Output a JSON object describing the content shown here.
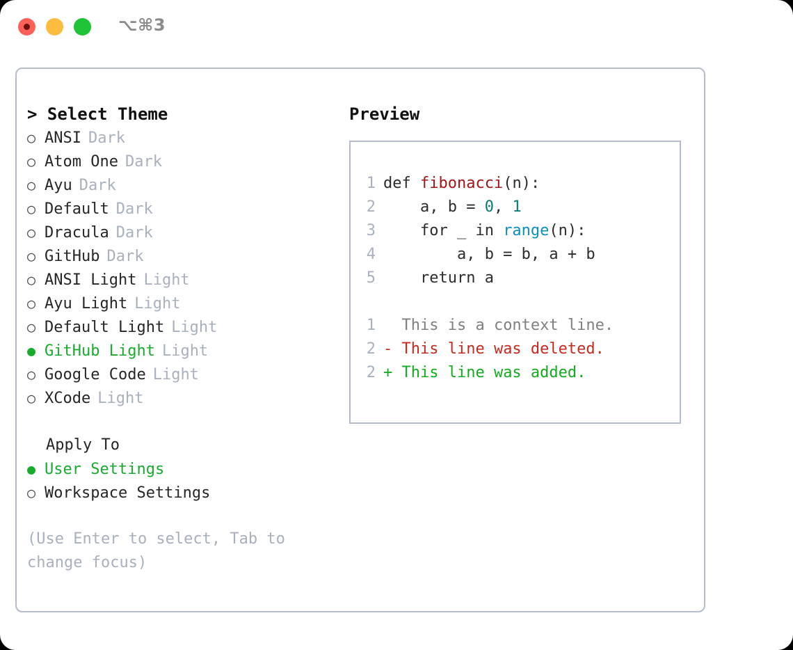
{
  "window": {
    "title": "⌥⌘3",
    "traffic_lights": [
      {
        "name": "close",
        "color": "#fc6058"
      },
      {
        "name": "minimize",
        "color": "#fdbc40"
      },
      {
        "name": "maximize",
        "color": "#1ec337"
      }
    ]
  },
  "theme_panel": {
    "header": "> Select Theme",
    "marker_unselected": "○",
    "marker_selected": "●",
    "accent_color": "#18ab2e",
    "variant_color": "#a8b1bd",
    "items": [
      {
        "label": "ANSI",
        "variant": "Dark",
        "selected": false
      },
      {
        "label": "Atom One",
        "variant": "Dark",
        "selected": false
      },
      {
        "label": "Ayu",
        "variant": "Dark",
        "selected": false
      },
      {
        "label": "Default",
        "variant": "Dark",
        "selected": false
      },
      {
        "label": "Dracula",
        "variant": "Dark",
        "selected": false
      },
      {
        "label": "GitHub",
        "variant": "Dark",
        "selected": false
      },
      {
        "label": "ANSI Light",
        "variant": "Light",
        "selected": false
      },
      {
        "label": "Ayu Light",
        "variant": "Light",
        "selected": false
      },
      {
        "label": "Default Light",
        "variant": "Light",
        "selected": false
      },
      {
        "label": "GitHub Light",
        "variant": "Light",
        "selected": true
      },
      {
        "label": "Google Code",
        "variant": "Light",
        "selected": false
      },
      {
        "label": "XCode",
        "variant": "Light",
        "selected": false
      }
    ]
  },
  "apply_to": {
    "header": "Apply To",
    "options": [
      {
        "label": "User Settings",
        "selected": true
      },
      {
        "label": "Workspace Settings",
        "selected": false
      }
    ]
  },
  "hint": "(Use Enter to select, Tab to change focus)",
  "preview": {
    "title": "Preview",
    "code_lines": [
      {
        "num": "1",
        "tokens": [
          {
            "text": "def ",
            "kind": "plain"
          },
          {
            "text": "fibonacci",
            "kind": "fn"
          },
          {
            "text": "(n):",
            "kind": "plain"
          }
        ]
      },
      {
        "num": "2",
        "tokens": [
          {
            "text": "    a, b = ",
            "kind": "plain"
          },
          {
            "text": "0",
            "kind": "num"
          },
          {
            "text": ", ",
            "kind": "plain"
          },
          {
            "text": "1",
            "kind": "num"
          }
        ]
      },
      {
        "num": "3",
        "tokens": [
          {
            "text": "    for _ in ",
            "kind": "plain"
          },
          {
            "text": "range",
            "kind": "call"
          },
          {
            "text": "(n):",
            "kind": "plain"
          }
        ]
      },
      {
        "num": "4",
        "tokens": [
          {
            "text": "        a, b = b, a + b",
            "kind": "plain"
          }
        ]
      },
      {
        "num": "5",
        "tokens": [
          {
            "text": "    return a",
            "kind": "plain"
          }
        ]
      }
    ],
    "diff_lines": [
      {
        "num": "1",
        "marker": " ",
        "text": " This is a context line.",
        "kind": "ctx"
      },
      {
        "num": "2",
        "marker": "-",
        "text": " This line was deleted.",
        "kind": "del"
      },
      {
        "num": "2",
        "marker": "+",
        "text": " This line was added.",
        "kind": "add"
      }
    ]
  }
}
